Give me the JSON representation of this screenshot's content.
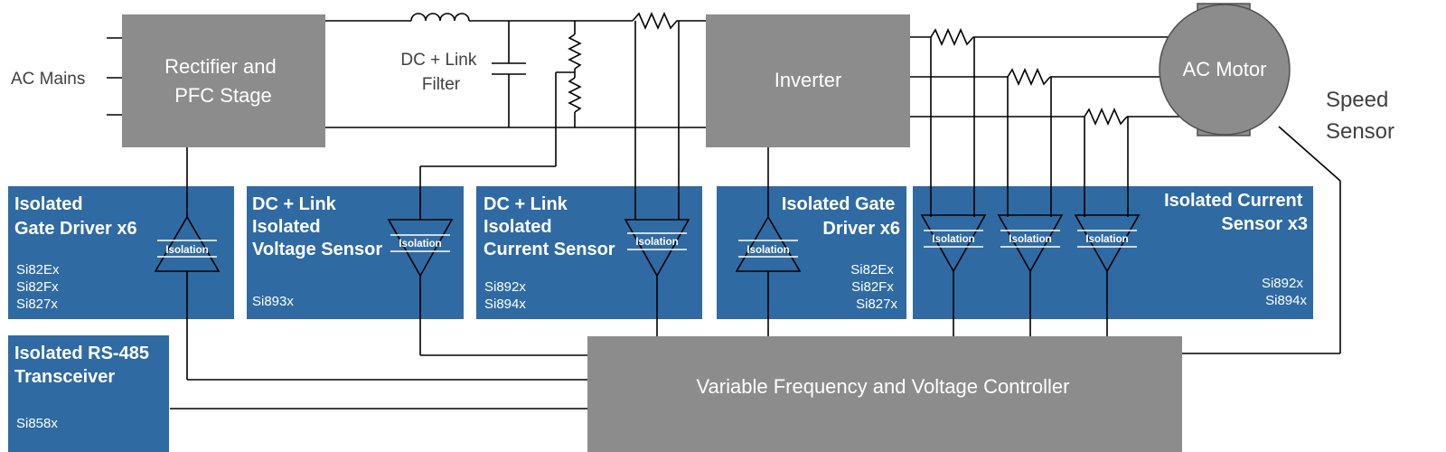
{
  "colors": {
    "gray_block": "#8c8c8c",
    "blue_block": "#2f6aa3",
    "wire": "#000000"
  },
  "labels": {
    "ac_mains": "AC Mains",
    "dc_link_filter": [
      "DC + Link",
      "Filter"
    ],
    "speed_sensor": [
      "Speed",
      "Sensor"
    ]
  },
  "gray_blocks": {
    "rectifier": [
      "Rectifier and",
      "PFC Stage"
    ],
    "inverter": [
      "Inverter"
    ],
    "ac_motor": [
      "AC Motor"
    ],
    "controller": [
      "Variable Frequency and Voltage Controller"
    ]
  },
  "isolation_label": "Isolation",
  "blue_blocks": {
    "gate_driver_left": {
      "title": [
        "Isolated",
        "Gate Driver x6"
      ],
      "parts": [
        "Si82Ex",
        "Si82Fx",
        "Si827x"
      ]
    },
    "voltage_sensor": {
      "title": [
        "DC + Link",
        "Isolated",
        "Voltage Sensor"
      ],
      "parts": [
        "Si893x"
      ]
    },
    "dc_current_sensor": {
      "title": [
        "DC + Link",
        "Isolated",
        "Current Sensor"
      ],
      "parts": [
        "Si892x",
        "Si894x"
      ]
    },
    "gate_driver_right": {
      "title": [
        "Isolated Gate",
        "Driver x6"
      ],
      "parts": [
        "Si82Ex",
        "Si82Fx",
        "Si827x"
      ]
    },
    "current_sensor_x3": {
      "title": [
        "Isolated Current",
        "Sensor x3"
      ],
      "parts": [
        "Si892x",
        "Si894x"
      ]
    },
    "rs485": {
      "title": [
        "Isolated RS-485",
        "Transceiver"
      ],
      "parts": [
        "Si858x"
      ]
    }
  }
}
